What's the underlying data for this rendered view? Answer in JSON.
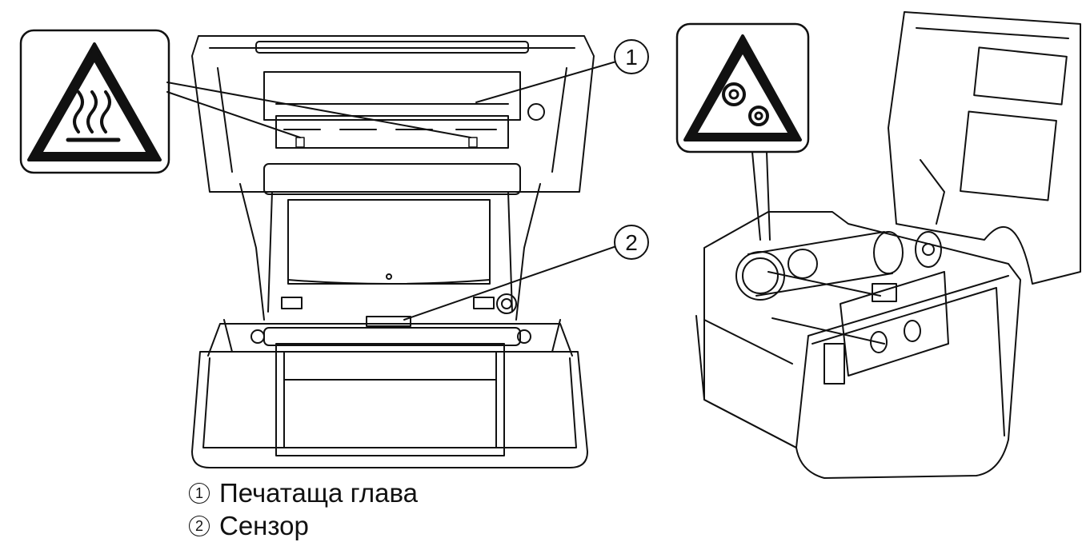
{
  "callouts": {
    "c1": "1",
    "c2": "2"
  },
  "legend": [
    {
      "num": "1",
      "label": "Печатаща глава"
    },
    {
      "num": "2",
      "label": "Сензор"
    }
  ],
  "icons": {
    "hot_surface": "hot-surface-warning-icon",
    "gears": "moving-parts-warning-icon"
  }
}
